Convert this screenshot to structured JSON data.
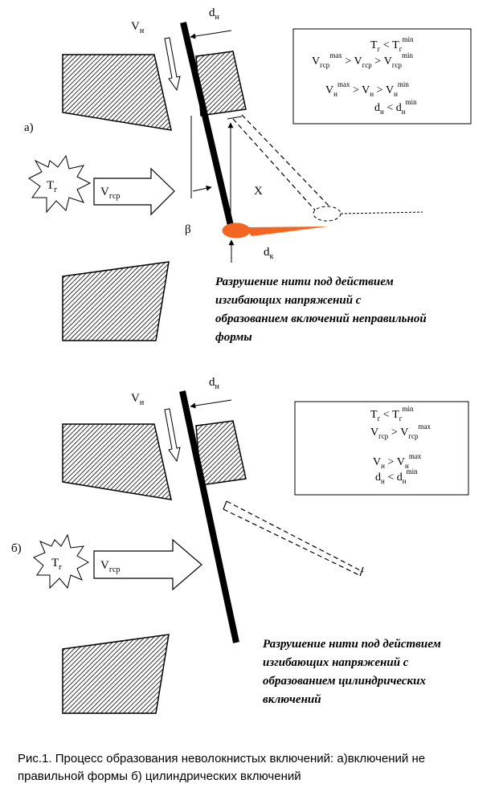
{
  "panel_a": {
    "label": "а)",
    "v_n": {
      "main": "V",
      "sub": "н"
    },
    "d_n": {
      "main": "d",
      "sub": "н"
    },
    "t_g": {
      "main": "T",
      "sub": "г"
    },
    "v_gsr": {
      "main": "V",
      "sub": "гср"
    },
    "x": "X",
    "beta": "β",
    "d_k": {
      "main": "d",
      "sub": "к"
    },
    "conditions": {
      "line1": {
        "a": "T",
        "a_sub": "г",
        "rel": " < ",
        "b": "T",
        "b_sub": "г",
        "b_sup": "min"
      },
      "line2": {
        "a": "V",
        "a_sub": "гср",
        "a_sup": "max",
        "rel1": " > ",
        "b": "V",
        "b_sub": "гср",
        "rel2": " > ",
        "c": "V",
        "c_sub": "гср",
        "c_sup": "min"
      },
      "line3": {
        "a": "V",
        "a_sub": "н",
        "a_sup": "max",
        "rel1": " > ",
        "b": "V",
        "b_sub": "н",
        "rel2": " > ",
        "c": "V",
        "c_sub": "н",
        "c_sup": "min"
      },
      "line4": {
        "a": "d",
        "a_sub": "н",
        "rel": " < ",
        "b": "d",
        "b_sub": "н",
        "b_sup": "min"
      }
    },
    "note": [
      "Разрушение нити под действием",
      "изгибающих напряжений с",
      "образованием включений неправильной",
      "формы"
    ]
  },
  "panel_b": {
    "label": "б)",
    "v_n": {
      "main": "V",
      "sub": "н"
    },
    "d_n": {
      "main": "d",
      "sub": "н"
    },
    "t_g": {
      "main": "T",
      "sub": "г"
    },
    "v_gsr": {
      "main": "V",
      "sub": "гср"
    },
    "conditions": {
      "line1": {
        "a": "T",
        "a_sub": "г",
        "rel": " < ",
        "b": "T",
        "b_sub": "г",
        "b_sup": "min"
      },
      "line2": {
        "a": "V",
        "a_sub": "гср",
        "rel": " > ",
        "b": "V",
        "b_sub": "гср",
        "b_sup": "max"
      },
      "line3": {
        "a": "V",
        "a_sub": "н",
        "rel": " > ",
        "b": "V",
        "b_sub": "н",
        "b_sup": "max"
      },
      "line4": {
        "a": "d",
        "a_sub": "н",
        "rel": " < ",
        "b": "d",
        "b_sub": "н",
        "b_sup": "min"
      }
    },
    "note": [
      "Разрушение нити под действием",
      "изгибающих напряжений с",
      "образованием цилиндрических",
      "включений"
    ]
  },
  "caption": [
    "Рис.1.  Процесс образования неволокнистых включений: а)включений не",
    "правильной формы б) цилиндрических включений"
  ],
  "colors": {
    "droplet": "#f26522",
    "ink": "#000000"
  }
}
